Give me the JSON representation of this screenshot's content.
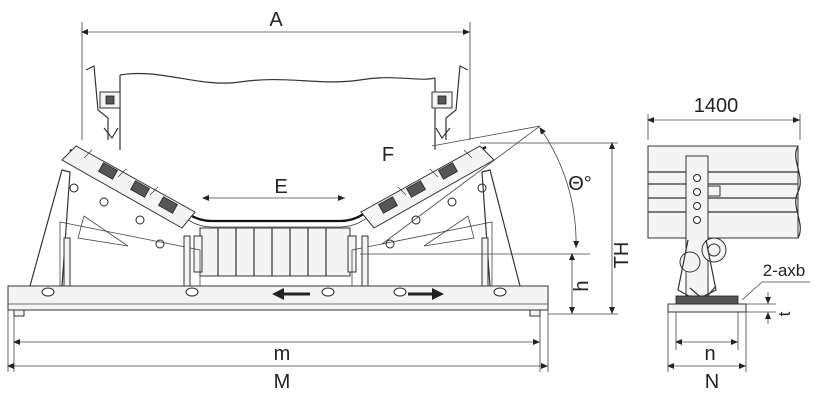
{
  "labels": {
    "A": "A",
    "E": "E",
    "F": "F",
    "theta": "Θ°",
    "TH": "TH",
    "h": "h",
    "m": "m",
    "M": "M",
    "side_width": "1400",
    "hole_spec": "2-axb",
    "t": "t",
    "n": "n",
    "N": "N"
  }
}
